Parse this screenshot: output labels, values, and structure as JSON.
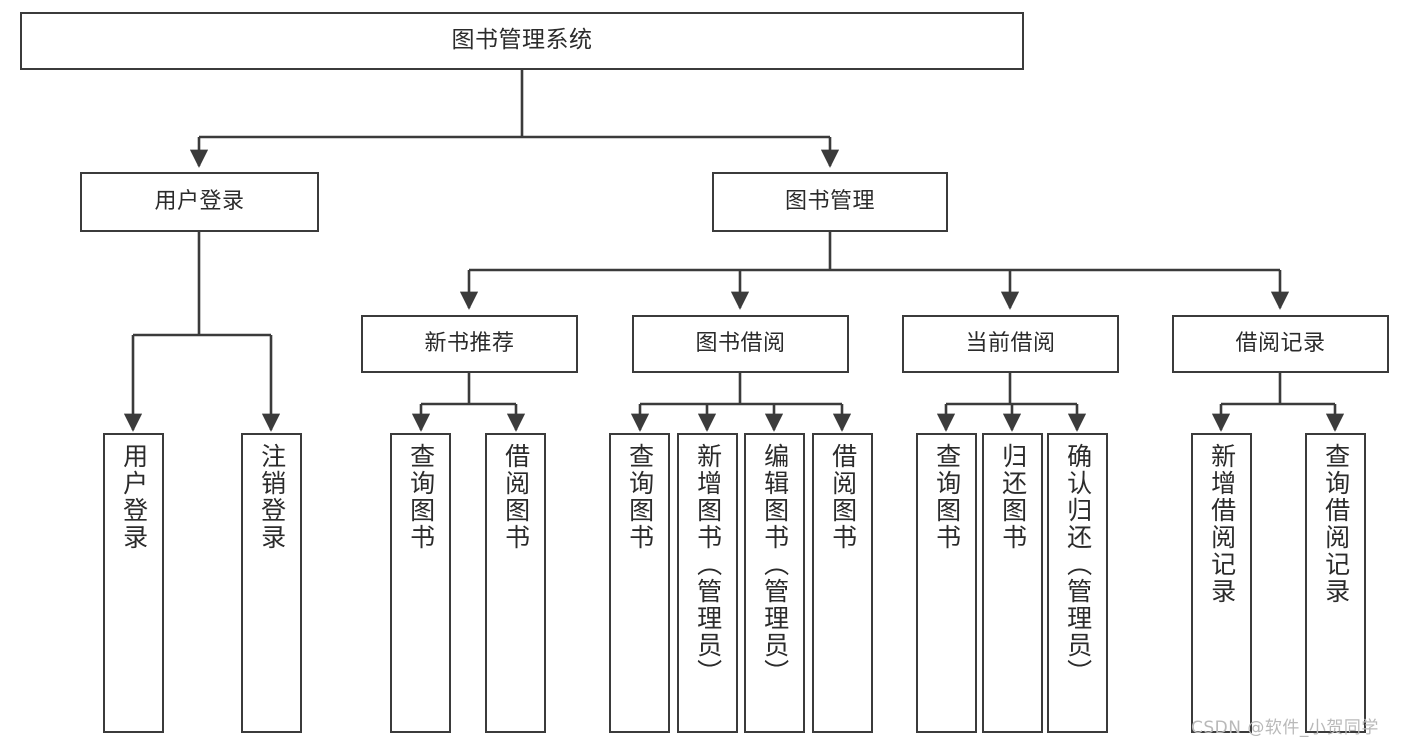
{
  "diagram": {
    "title": "图书管理系统",
    "type": "hierarchy-tree",
    "watermark": "CSDN @软件_小贺同学",
    "colors": {
      "box_border": "#3b3b3b",
      "box_fill": "#ffffff",
      "text": "#2b2b2b",
      "connector": "#3b3b3b",
      "watermark": "#b9b9b9",
      "background": "#ffffff"
    },
    "levels": {
      "level1": [
        {
          "id": "root",
          "label": "图书管理系统",
          "orientation": "horizontal"
        }
      ],
      "level2": [
        {
          "id": "user-login",
          "label": "用户登录",
          "orientation": "horizontal"
        },
        {
          "id": "book-manage",
          "label": "图书管理",
          "orientation": "horizontal"
        }
      ],
      "level3": [
        {
          "id": "new-book-rec",
          "label": "新书推荐",
          "orientation": "horizontal",
          "parent": "book-manage"
        },
        {
          "id": "book-borrow",
          "label": "图书借阅",
          "orientation": "horizontal",
          "parent": "book-manage"
        },
        {
          "id": "current-borrow",
          "label": "当前借阅",
          "orientation": "horizontal",
          "parent": "book-manage"
        },
        {
          "id": "borrow-record",
          "label": "借阅记录",
          "orientation": "horizontal",
          "parent": "book-manage"
        }
      ],
      "level4": [
        {
          "id": "leaf-1",
          "label": "用户登录",
          "orientation": "vertical",
          "parent": "user-login"
        },
        {
          "id": "leaf-2",
          "label": "注销登录",
          "orientation": "vertical",
          "parent": "user-login"
        },
        {
          "id": "leaf-3",
          "label": "查询图书",
          "orientation": "vertical",
          "parent": "new-book-rec"
        },
        {
          "id": "leaf-4",
          "label": "借阅图书",
          "orientation": "vertical",
          "parent": "new-book-rec"
        },
        {
          "id": "leaf-5",
          "label": "查询图书",
          "orientation": "vertical",
          "parent": "book-borrow"
        },
        {
          "id": "leaf-6",
          "label": "新增图书（管理员）",
          "orientation": "vertical",
          "parent": "book-borrow"
        },
        {
          "id": "leaf-7",
          "label": "编辑图书（管理员）",
          "orientation": "vertical",
          "parent": "book-borrow"
        },
        {
          "id": "leaf-8",
          "label": "借阅图书",
          "orientation": "vertical",
          "parent": "book-borrow"
        },
        {
          "id": "leaf-9",
          "label": "查询图书",
          "orientation": "vertical",
          "parent": "current-borrow"
        },
        {
          "id": "leaf-10",
          "label": "归还图书",
          "orientation": "vertical",
          "parent": "current-borrow"
        },
        {
          "id": "leaf-11",
          "label": "确认归还（管理员）",
          "orientation": "vertical",
          "parent": "current-borrow"
        },
        {
          "id": "leaf-12",
          "label": "新增借阅记录",
          "orientation": "vertical",
          "parent": "borrow-record"
        },
        {
          "id": "leaf-13",
          "label": "查询借阅记录",
          "orientation": "vertical",
          "parent": "borrow-record"
        }
      ]
    },
    "edges": [
      {
        "from": "root",
        "to": "user-login"
      },
      {
        "from": "root",
        "to": "book-manage"
      },
      {
        "from": "user-login",
        "to": "leaf-1"
      },
      {
        "from": "user-login",
        "to": "leaf-2"
      },
      {
        "from": "book-manage",
        "to": "new-book-rec"
      },
      {
        "from": "book-manage",
        "to": "book-borrow"
      },
      {
        "from": "book-manage",
        "to": "current-borrow"
      },
      {
        "from": "book-manage",
        "to": "borrow-record"
      },
      {
        "from": "new-book-rec",
        "to": "leaf-3"
      },
      {
        "from": "new-book-rec",
        "to": "leaf-4"
      },
      {
        "from": "book-borrow",
        "to": "leaf-5"
      },
      {
        "from": "book-borrow",
        "to": "leaf-6"
      },
      {
        "from": "book-borrow",
        "to": "leaf-7"
      },
      {
        "from": "book-borrow",
        "to": "leaf-8"
      },
      {
        "from": "current-borrow",
        "to": "leaf-9"
      },
      {
        "from": "current-borrow",
        "to": "leaf-10"
      },
      {
        "from": "current-borrow",
        "to": "leaf-11"
      },
      {
        "from": "borrow-record",
        "to": "leaf-12"
      },
      {
        "from": "borrow-record",
        "to": "leaf-13"
      }
    ]
  }
}
